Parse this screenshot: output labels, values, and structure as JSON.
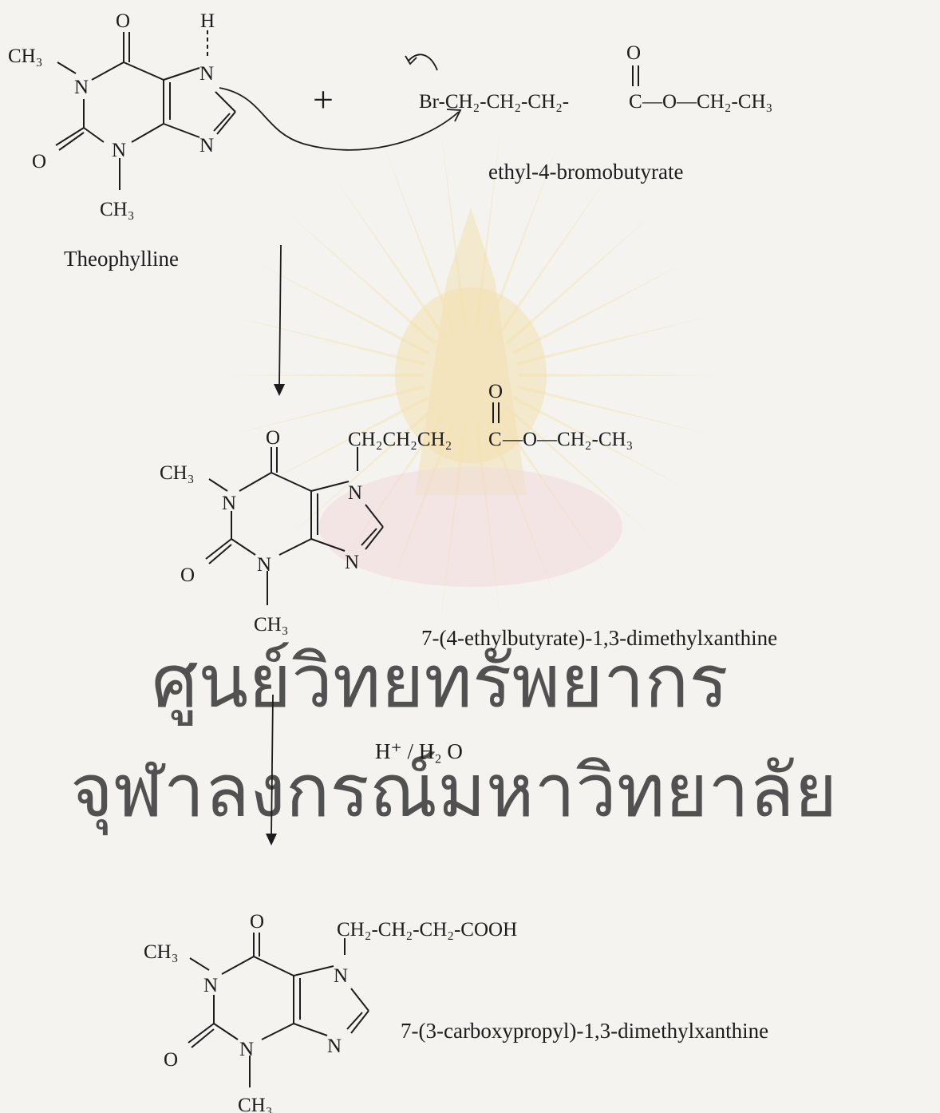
{
  "watermark": {
    "line1": "ศูนย์วิทยทรัพยากร",
    "line2": "จุฬาลงกรณ์มหาวิทยาลัย",
    "seal_color": "#f3d27a",
    "text_color": "#e8b9c2"
  },
  "plus_sign": "+",
  "theophylline": {
    "name": "Theophylline",
    "atoms": {
      "h": "H",
      "n7": "N",
      "n1": "N",
      "n3": "N",
      "n9": "N",
      "o6": "O",
      "o2": "O",
      "me1": "CH₃",
      "me3": "CH₃"
    }
  },
  "ethyl_bromobutyrate": {
    "name": "ethyl-4-bromobutyrate",
    "chain": "Br-CH₂-CH₂-CH₂-",
    "carbonyl_o": "O",
    "carbonyl_c": "C",
    "ester_tail": "—O—CH₂-CH₃"
  },
  "intermediate": {
    "name": "7-(4-ethylbutyrate)-1,3-dimethylxanthine",
    "side_chain": "CH₂CH₂CH₂",
    "carbonyl_o": "O",
    "carbonyl_c": "C",
    "ester_tail": "—O—CH₂-CH₃",
    "atoms": {
      "n7": "N",
      "n1": "N",
      "n3": "N",
      "n9": "N",
      "o6": "O",
      "o2": "O",
      "me1": "CH₃",
      "me3": "CH₃"
    }
  },
  "hydrolysis": {
    "reagent": "H⁺ / H₂ O"
  },
  "product": {
    "name": "7-(3-carboxypropyl)-1,3-dimethylxanthine",
    "side_chain": "CH₂-CH₂-CH₂-COOH",
    "atoms": {
      "n7": "N",
      "n1": "N",
      "n3": "N",
      "n9": "N",
      "o6": "O",
      "o2": "O",
      "me1": "CH₃",
      "me3": "CH₃"
    }
  }
}
